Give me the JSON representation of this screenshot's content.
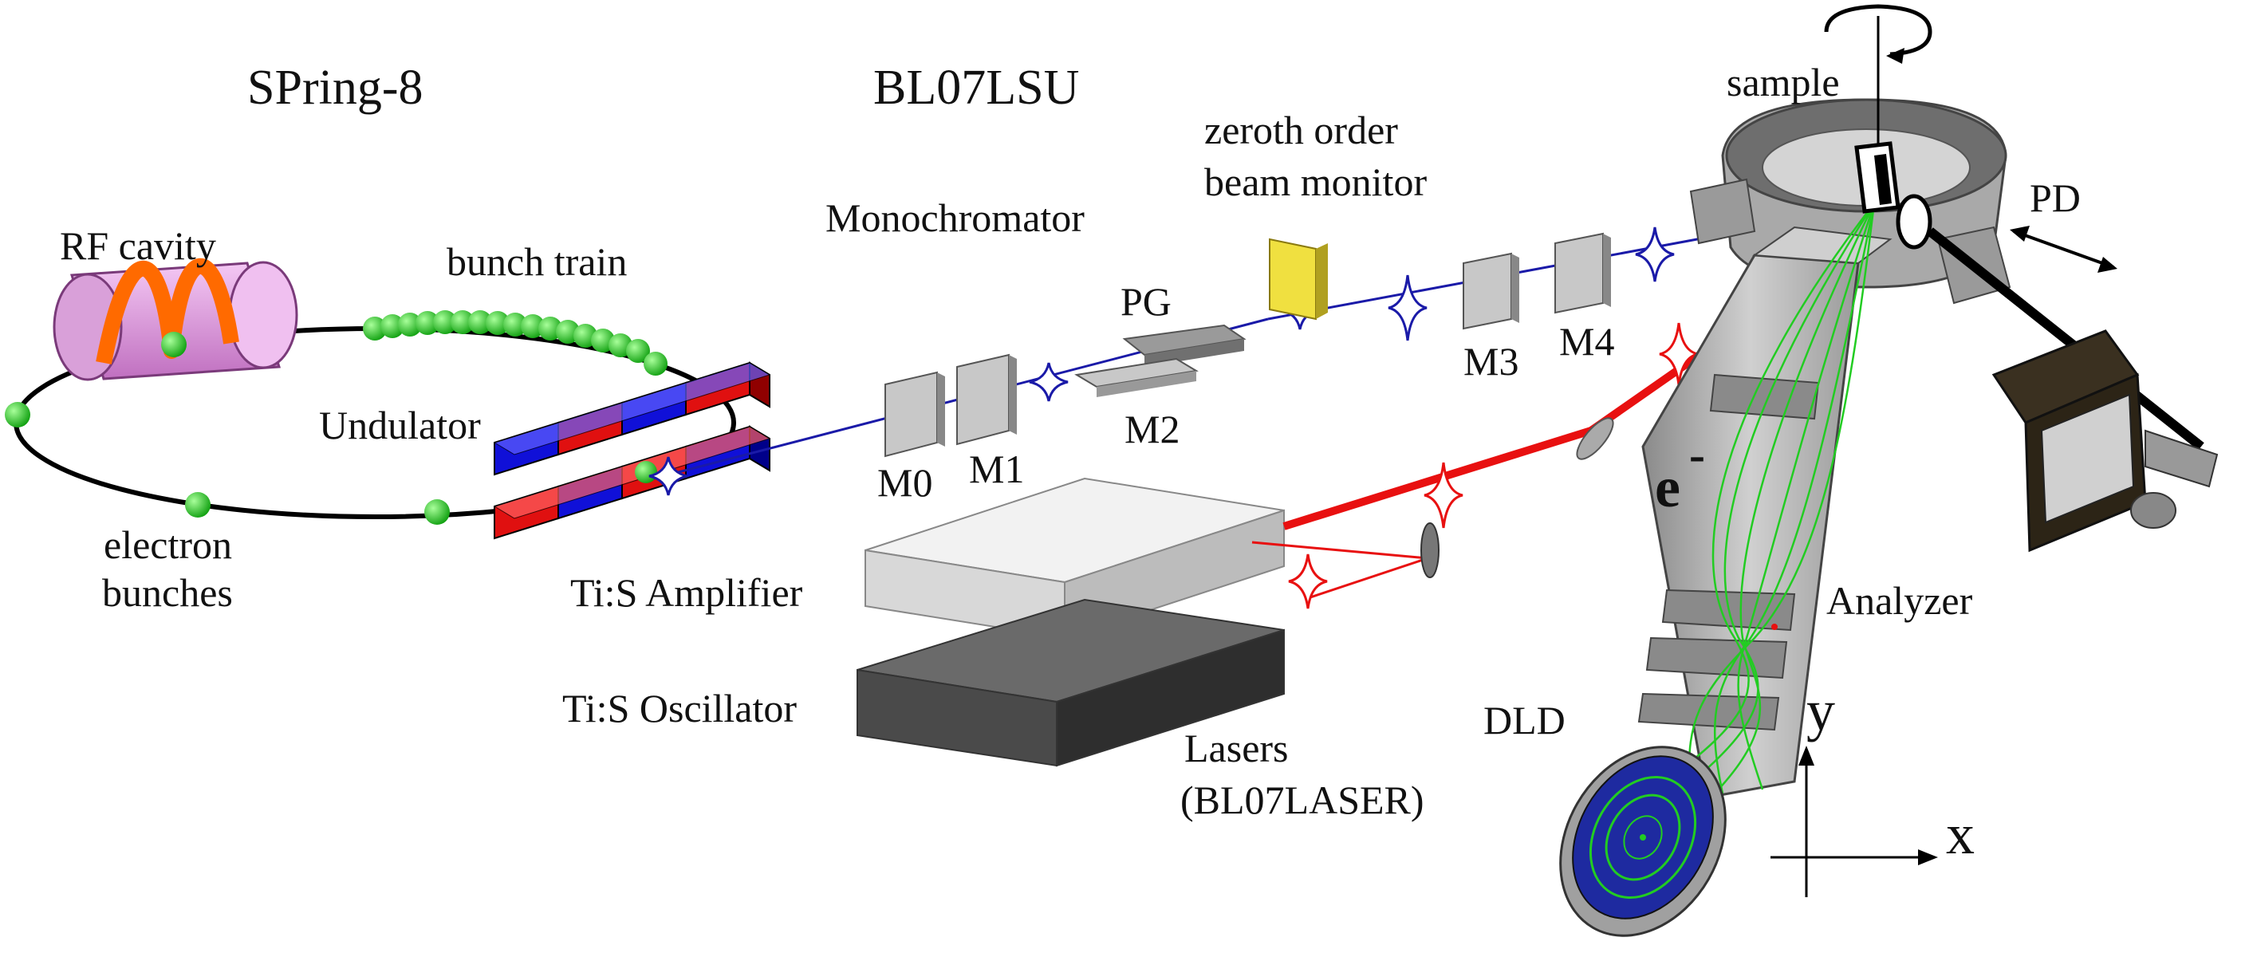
{
  "labels": {
    "spring8": "SPring-8",
    "bl07lsu": "BL07LSU",
    "rf_cavity": "RF cavity",
    "bunch_train": "bunch train",
    "undulator": "Undulator",
    "electron_bunches_1": "electron",
    "electron_bunches_2": "bunches",
    "monochromator": "Monochromator",
    "zeroth_1": "zeroth order",
    "zeroth_2": "beam monitor",
    "pg": "PG",
    "m0": "M0",
    "m1": "M1",
    "m2": "M2",
    "m3": "M3",
    "m4": "M4",
    "sample": "sample",
    "pd": "PD",
    "electron": "e",
    "electron_sup": "-",
    "analyzer": "Analyzer",
    "dld": "DLD",
    "ti_amp": "Ti:S Amplifier",
    "ti_osc": "Ti:S Oscillator",
    "lasers_1": "Lasers",
    "lasers_2": "(BL07LASER)",
    "axis_y": "y",
    "axis_x": "x"
  },
  "colors": {
    "xray_beam": "#1a1aa8",
    "laser_beam": "#e81010",
    "electron_bunch": "#22cc22",
    "undulator_red": "#e01010",
    "undulator_blue": "#1010d8",
    "rf_cavity": "#e6a0e6",
    "analyzer_body": "#b8b8b8",
    "beam_monitor": "#f0e040"
  }
}
